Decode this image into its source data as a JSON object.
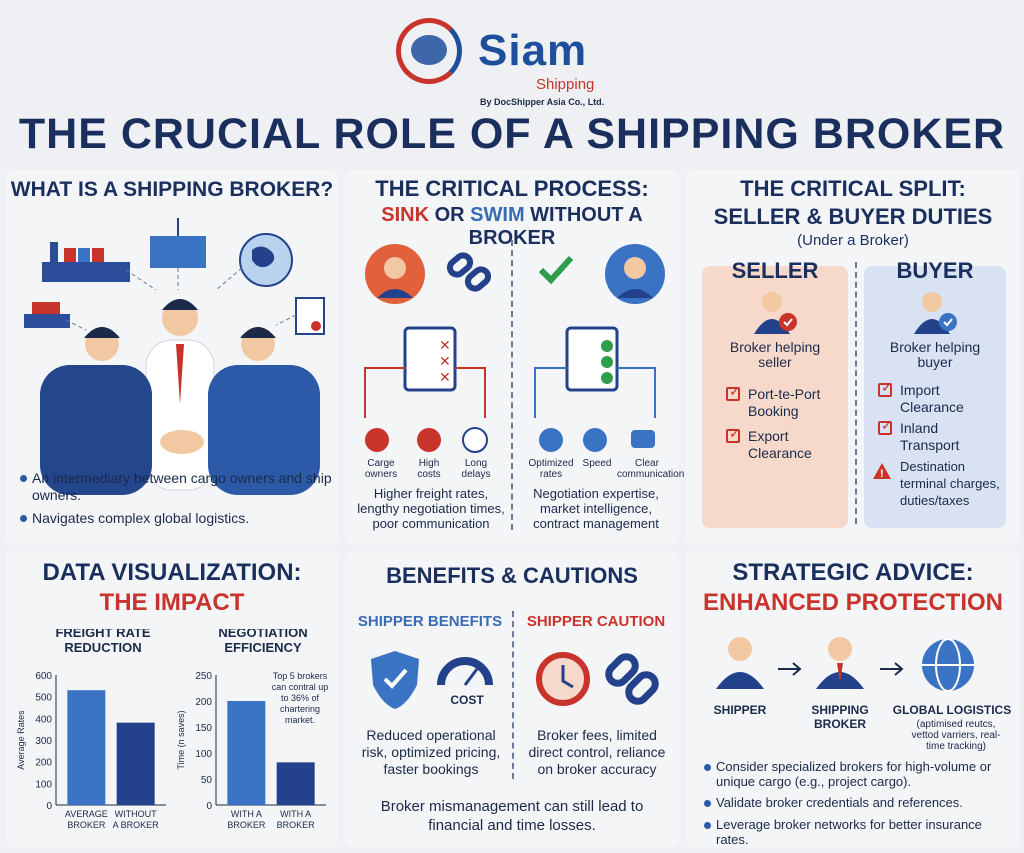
{
  "logo": {
    "word": "Siam",
    "sub": "Shipping",
    "by": "By DocShipper Asia Co., Ltd."
  },
  "title": "THE CRUCIAL ROLE OF A SHIPPING BROKER",
  "what": {
    "title": "WHAT IS A SHIPPING BROKER?",
    "bullets": [
      "An intermediary between cargo owners and ship owners.",
      "Navigates complex global logistics."
    ]
  },
  "process": {
    "title1": "THE CRITICAL PROCESS:",
    "sink": "SINK",
    "or": "OR",
    "swim": "SWIM",
    "rest": "WITHOUT A BROKER",
    "left_icons": [
      "Carge owners",
      "High costs",
      "Long delays"
    ],
    "left_text": "Higher freight rates, lengthy negotiation times, poor communication",
    "right_icons": [
      "Optimized rates",
      "Speed",
      "Clear communication"
    ],
    "right_text": "Negotiation expertise, market intelligence, contract management"
  },
  "split": {
    "title1": "THE CRITICAL SPLIT:",
    "title2": "SELLER & BUYER DUTIES",
    "sub": "(Under a Broker)",
    "seller": {
      "head": "SELLER",
      "role": "Broker helping seller",
      "items": [
        "Port-te-Port Booking",
        "Export Clearance"
      ]
    },
    "buyer": {
      "head": "BUYER",
      "role": "Broker helping buyer",
      "items": [
        "Import Clearance",
        "Inland Transport"
      ],
      "warn": "Destination terminal charges, duties/taxes"
    }
  },
  "dataviz": {
    "title1": "DATA VISUALIZATION:",
    "title2": "THE IMPACT"
  },
  "chart_data": [
    {
      "type": "bar",
      "title": "FREIGHT RATE REDUCTION",
      "ylabel": "Average Rates",
      "categories": [
        "AVERAGE BROKER",
        "WITHOUT A BROKER"
      ],
      "values": [
        530,
        380
      ],
      "ylim": [
        0,
        600
      ],
      "yticks": [
        "600",
        "500",
        "400",
        "300",
        "200",
        "100",
        "0"
      ],
      "colors": [
        "#3b73c4",
        "#24428c"
      ]
    },
    {
      "type": "bar",
      "title": "NEGOTIATION EFFICIENCY",
      "ylabel": "Time (n saves)",
      "categories": [
        "WITH A BROKER",
        "WITH A BROKER"
      ],
      "values": [
        200,
        82
      ],
      "ylim": [
        0,
        250
      ],
      "yticks": [
        "250",
        "200",
        "150",
        "100",
        "50",
        "0"
      ],
      "annotation": "Top 5 brokers can contral up to 36% of chartering market.",
      "colors": [
        "#3b73c4",
        "#24428c"
      ]
    }
  ],
  "benefits": {
    "title": "BENEFITS & CAUTIONS",
    "benefit_head": "SHIPPER BENEFITS",
    "caution_head": "SHIPPER CAUTION",
    "cost": "COST",
    "benefit_text": "Reduced operational risk, optimized pricing, faster bookings",
    "caution_text": "Broker fees, limited direct control, reliance on broker accuracy",
    "footer": "Broker mismanagement can still lead to financial and time losses."
  },
  "advice": {
    "title1": "STRATEGIC ADVICE:",
    "title2": "ENHANCED PROTECTION",
    "flow": [
      "SHIPPER",
      "SHIPPING BROKER",
      "GLOBAL LOGISTICS"
    ],
    "flow_note": "(aptimised reutcs, vettod varriers, real-time tracking)",
    "bullets": [
      "Consider specialized brokers for high-volume or unique cargo (e.g., project cargo).",
      "Validate broker credentials and references.",
      "Leverage broker networks for better insurance rates."
    ]
  },
  "colors": {
    "navy": "#1b2f5e",
    "red": "#c8342b",
    "blue": "#3a6bb5",
    "seller_bg": "#f7d9cb",
    "buyer_bg": "#d8e2f2"
  }
}
